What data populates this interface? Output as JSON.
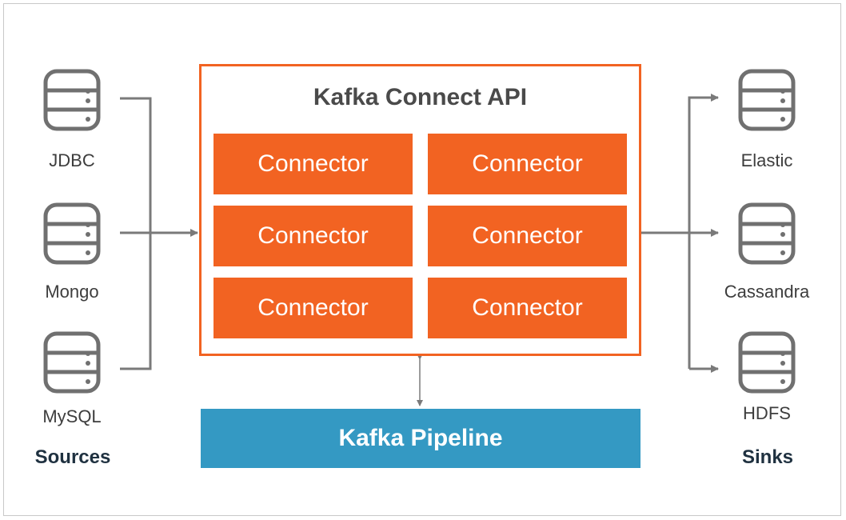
{
  "api": {
    "title": "Kafka Connect API"
  },
  "connectors": [
    "Connector",
    "Connector",
    "Connector",
    "Connector",
    "Connector",
    "Connector"
  ],
  "pipeline": {
    "label": "Kafka Pipeline"
  },
  "sources": {
    "heading": "Sources",
    "items": [
      {
        "label": "JDBC"
      },
      {
        "label": "Mongo"
      },
      {
        "label": "MySQL"
      }
    ]
  },
  "sinks": {
    "heading": "Sinks",
    "items": [
      {
        "label": "Elastic"
      },
      {
        "label": "Cassandra"
      },
      {
        "label": "HDFS"
      }
    ]
  },
  "colors": {
    "connector": "#f26322",
    "pipeline": "#3499c3",
    "line": "#7a7a7a",
    "database": "#707070",
    "heading": "#1f3140"
  },
  "icons": {
    "database": "database-icon"
  }
}
